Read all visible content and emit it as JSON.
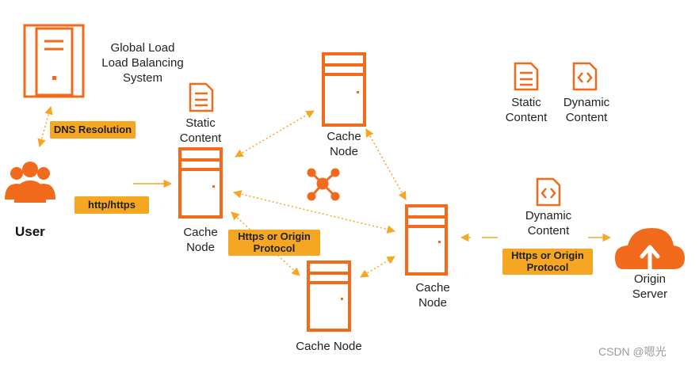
{
  "colors": {
    "accent": "#f26a1b",
    "badge": "#f5a623",
    "arrow": "#f5a623"
  },
  "labels": {
    "global_lb": "Global Load\nLoad Balancing\nSystem",
    "static_content_top": "Static\nContent",
    "cache_node_left": "Cache\nNode",
    "cache_node_top": "Cache\nNode",
    "cache_node_bottom": "Cache Node",
    "cache_node_right": "Cache\nNode",
    "user": "User",
    "legend_static": "Static\nContent",
    "legend_dynamic": "Dynamic\nContent",
    "dynamic_content": "Dynamic\nContent",
    "origin_server": "Origin\nServer"
  },
  "badges": {
    "dns": "DNS Resolution",
    "http": "http/https",
    "https_origin_left": "Https or Origin\nProtocol",
    "https_origin_right": "Https or Origin\nProtocol"
  },
  "icons": {
    "global_lb": "server-icon",
    "users": "users-icon",
    "document": "document-icon",
    "code_document": "code-document-icon",
    "network": "network-icon",
    "cloud_upload": "cloud-upload-icon"
  },
  "watermark": "CSDN @嗯光"
}
